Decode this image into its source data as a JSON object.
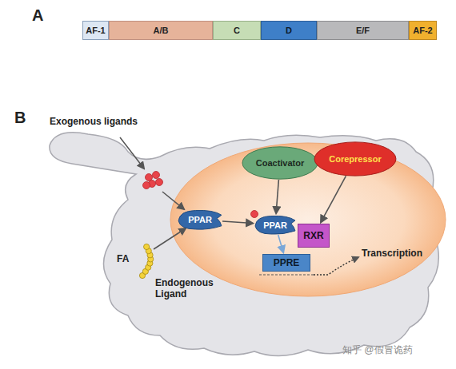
{
  "diagram": {
    "nodes": [
      {
        "text": [
          "AF-1"
        ]
      },
      {
        "text": [
          "A/B"
        ]
      },
      {
        "text": [
          "C"
        ]
      },
      {
        "text": [
          "D"
        ]
      },
      {
        "text": [
          "E/F"
        ]
      },
      {
        "text": [
          "AF-2"
        ]
      },
      {
        "text": [
          "Coactivator"
        ]
      },
      {
        "text": [
          "Corepressor"
        ]
      },
      {
        "text": [
          "PPAR"
        ]
      },
      {
        "text": [
          "PPAR"
        ]
      },
      {
        "text": [
          "RXR"
        ]
      },
      {
        "text": [
          "PPRE"
        ]
      }
    ],
    "edges": [
      {
        "from": 8,
        "to": 9,
        "arrow": "to"
      },
      {
        "from": 6,
        "to": 9,
        "arrow": "to"
      },
      {
        "from": 7,
        "to": 10,
        "arrow": "to"
      },
      {
        "from": 9,
        "to": 11,
        "arrow": "to"
      }
    ],
    "labels": [
      "A",
      "B",
      "Exogenous ligands",
      "FA",
      "Endogenous Ligand",
      "Transcription",
      "知乎 @假冒诡药"
    ]
  }
}
